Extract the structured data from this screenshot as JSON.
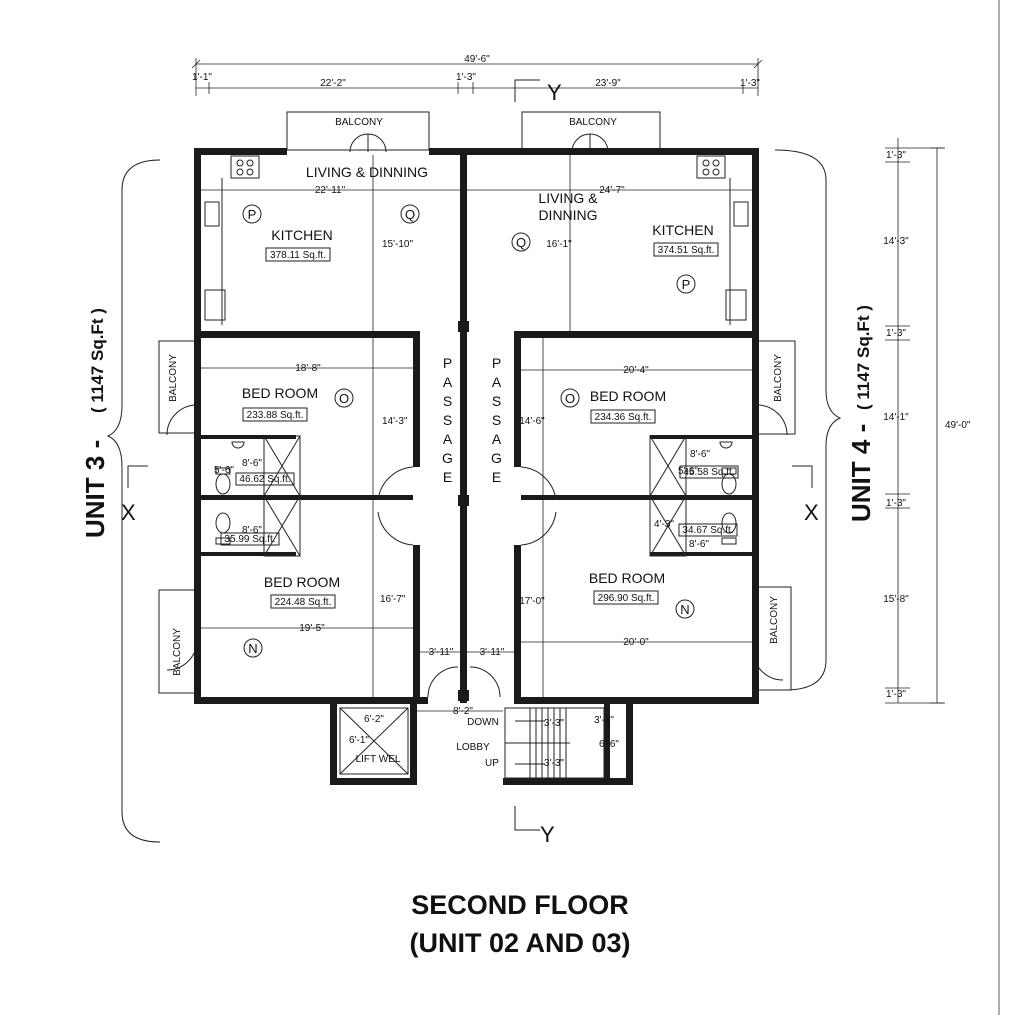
{
  "top_dims": {
    "overall": "49'-6\"",
    "left_offset": "1'-1\"",
    "left_span": "22'-2\"",
    "center": "1'-3\"",
    "right_span": "23'-9\"",
    "right_offset": "1'-3\""
  },
  "section_marks": {
    "y": "Y",
    "x": "X"
  },
  "rooms": {
    "balcony": "BALCONY",
    "living_left": "LIVING & DINNING",
    "living_right_1": "LIVING &",
    "living_right_2": "DINNING",
    "kitchen": "KITCHEN",
    "bed_room": "BED ROOM",
    "lobby": "LOBBY",
    "lift_well": "LIFT WEL",
    "down": "DOWN",
    "up": "UP",
    "passage": [
      "P",
      "A",
      "S",
      "S",
      "A",
      "G",
      "E"
    ]
  },
  "markers": {
    "p": "P",
    "q": "Q",
    "o": "O",
    "n": "N"
  },
  "areas": {
    "kitchen_left": "378.11 Sq.ft.",
    "kitchen_right": "374.51 Sq.ft.",
    "bed_left_top": "233.88 Sq.ft.",
    "bed_left_bottom": "224.48 Sq.ft.",
    "bed_right_top": "234.36 Sq.ft.",
    "bed_right_bottom": "296.90 Sq.ft.",
    "bath_left_1": "46.62 Sq.ft.",
    "bath_left_2": "35.99 Sq.ft.",
    "bath_right_1": "45.58 Sq.ft.",
    "bath_right_2": "34.67 Sq.ft."
  },
  "dims": {
    "living_left_w": "22'-11\"",
    "living_right_w": "24'-7\"",
    "living_left_h": "15'-10\"",
    "living_right_h": "16'-1\"",
    "bed_lt_w": "18'-8\"",
    "bed_lt_h": "14'-3\"",
    "bed_rt_w": "20'-4\"",
    "bed_rt_h": "14'-6\"",
    "bath_l1_w": "5'-6\"",
    "bath_l1_d": "8'-6\"",
    "bath_l2_d": "8'-6\"",
    "bath_r1_w": "5'-6\"",
    "bath_r1_d": "8'-6\"",
    "bath_r2_w": "4'-3\"",
    "bath_r2_d": "8'-6\"",
    "bed_lb_w": "19'-5\"",
    "bed_lb_h": "16'-7\"",
    "bed_rb_w": "20'-0\"",
    "bed_rb_h": "17'-0\"",
    "door_l": "3'-11\"",
    "door_r": "3'-11\"",
    "lobby_w": "8'-2\"",
    "lift_w": "6'-2\"",
    "lift_h": "6'-1\"",
    "stair_1": "3'-3\"",
    "stair_2": "3'-3\"",
    "stair_w": "3'-3\"",
    "stair_h": "6'-6\""
  },
  "right_dims": {
    "overall": "49'-0\"",
    "d1": "1'-3\"",
    "d2": "14'-3\"",
    "d3": "1'-3\"",
    "d4": "14'-1\"",
    "d5": "1'-3\"",
    "d6": "15'-8\"",
    "d7": "1'-3\""
  },
  "units": {
    "left_main": "UNIT 3 -",
    "left_sub": "( 1147 Sq.Ft )",
    "right_main": "UNIT 4 -",
    "right_sub": "( 1147 Sq.Ft )"
  },
  "caption": {
    "line1": "SECOND FLOOR",
    "line2": "(UNIT 02 AND 03)"
  }
}
